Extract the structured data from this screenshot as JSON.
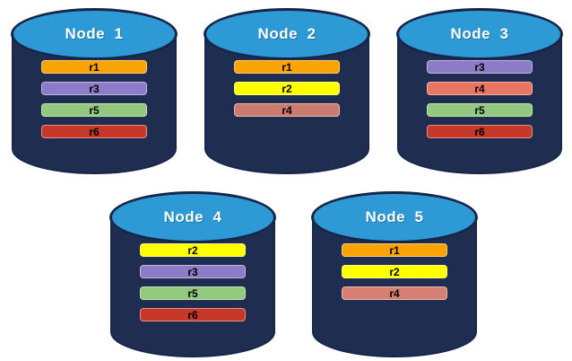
{
  "diagram": {
    "background": "#FFFFFF",
    "cylinder_body_color": "#1E2D50",
    "cylinder_top_color": "#2E9AD5",
    "cylinder_border_color": "#16264A",
    "title_text_color": "#FFFFFF",
    "bar_text_color": "#000000"
  },
  "nodes": [
    {
      "label": "Node  1",
      "replicas": [
        {
          "label": "r1",
          "color": "#F9A404"
        },
        {
          "label": "r3",
          "color": "#8C7CC8"
        },
        {
          "label": "r5",
          "color": "#92C97F"
        },
        {
          "label": "r6",
          "color": "#C63827"
        }
      ]
    },
    {
      "label": "Node  2",
      "replicas": [
        {
          "label": "r1",
          "color": "#F9A404"
        },
        {
          "label": "r2",
          "color": "#FFFF00"
        },
        {
          "label": "r4",
          "color": "#CC7B70"
        }
      ]
    },
    {
      "label": "Node  3",
      "replicas": [
        {
          "label": "r3",
          "color": "#8C7CC8"
        },
        {
          "label": "r4",
          "color": "#E87560"
        },
        {
          "label": "r5",
          "color": "#92C97F"
        },
        {
          "label": "r6",
          "color": "#C63827"
        }
      ]
    },
    {
      "label": "Node  4",
      "replicas": [
        {
          "label": "r2",
          "color": "#FFFF00"
        },
        {
          "label": "r3",
          "color": "#8C7CC8"
        },
        {
          "label": "r5",
          "color": "#92C97F"
        },
        {
          "label": "r6",
          "color": "#C63827"
        }
      ]
    },
    {
      "label": "Node  5",
      "replicas": [
        {
          "label": "r1",
          "color": "#F9A404"
        },
        {
          "label": "r2",
          "color": "#FFFF00"
        },
        {
          "label": "r4",
          "color": "#D67F72"
        }
      ]
    }
  ]
}
